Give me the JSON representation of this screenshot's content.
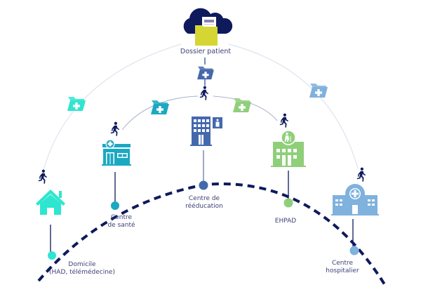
{
  "diagram": {
    "title": "Parcours patient",
    "hub": {
      "label": "Dossier patient",
      "icon": "cloud-folder-icon"
    },
    "colors": {
      "navy": "#0e1a5c",
      "arc": "#dfe3ee",
      "inner_arc": "#a9b3cc",
      "teal": "#2ee6cf",
      "sante": "#1ba8c2",
      "reeducation": "#4468ad",
      "ehpad": "#8fcf7a",
      "hospital": "#7fb2dd",
      "folder_yellow": "#d5d634",
      "doc_purple": "#8e7fb8"
    },
    "stations": [
      {
        "id": "domicile",
        "label_lines": [
          "Domicile",
          "(HAD, télémédecine)"
        ],
        "icon": "house-icon",
        "color": "#2ee6cf"
      },
      {
        "id": "centre-sante",
        "label_lines": [
          "Centre",
          "de santé"
        ],
        "icon": "health-center-icon",
        "color": "#1ba8c2"
      },
      {
        "id": "centre-reeducation",
        "label_lines": [
          "Centre de",
          "rééducation"
        ],
        "icon": "rehab-building-icon",
        "color": "#4468ad"
      },
      {
        "id": "ehpad",
        "label_lines": [
          "EHPAD"
        ],
        "icon": "nursing-home-icon",
        "color": "#8fcf7a"
      },
      {
        "id": "centre-hospitalier",
        "label_lines": [
          "Centre",
          "hospitalier"
        ],
        "icon": "hospital-icon",
        "color": "#7fb2dd"
      }
    ],
    "transfer_folders": [
      {
        "icon": "medical-folder-icon",
        "color": "#2ee6cf"
      },
      {
        "icon": "medical-folder-icon",
        "color": "#1ba8c2"
      },
      {
        "icon": "medical-folder-icon",
        "color": "#4468ad"
      },
      {
        "icon": "medical-folder-icon",
        "color": "#8fcf7a"
      },
      {
        "icon": "medical-folder-icon",
        "color": "#7fb2dd"
      }
    ],
    "walker_icon": "walking-person-icon"
  }
}
